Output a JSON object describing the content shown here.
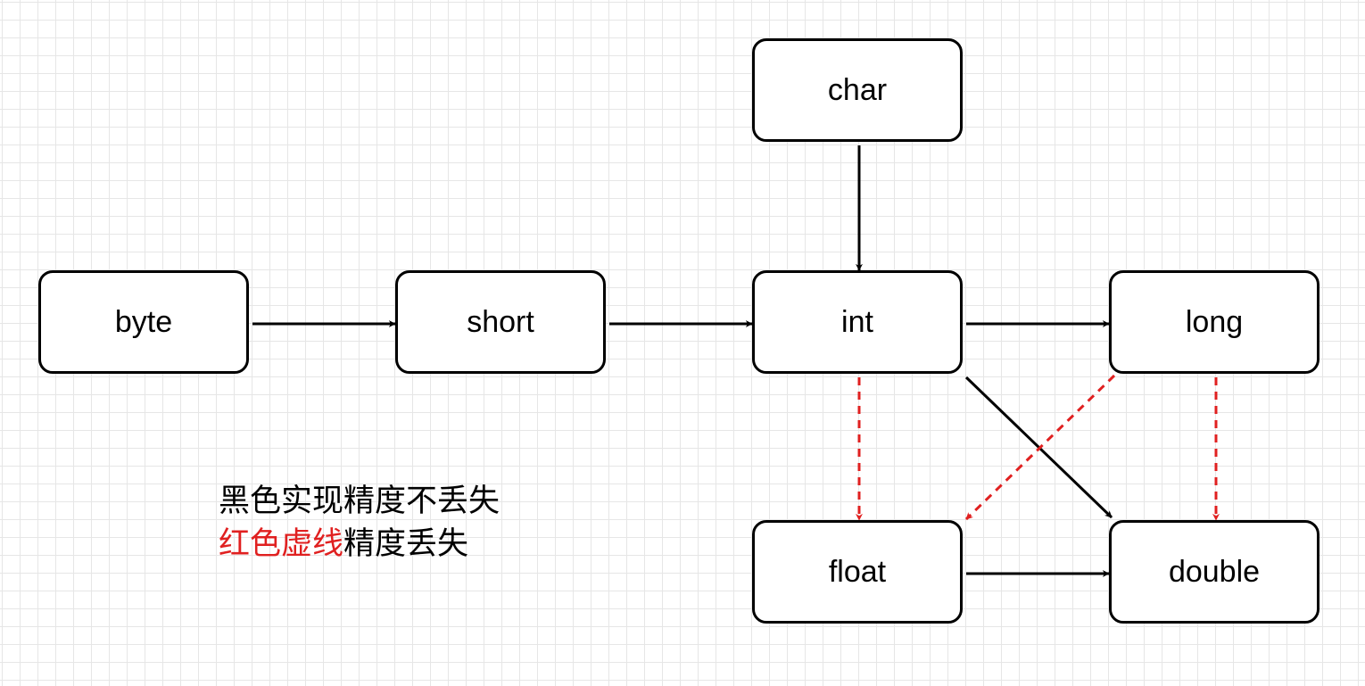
{
  "colors": {
    "solid_edge": "#000000",
    "dashed_edge": "#e02020",
    "legend_red": "#e02020"
  },
  "nodes": {
    "char": "char",
    "byte": "byte",
    "short": "short",
    "int": "int",
    "long": "long",
    "float": "float",
    "double": "double"
  },
  "edges": [
    {
      "from": "char",
      "to": "int",
      "style": "solid"
    },
    {
      "from": "byte",
      "to": "short",
      "style": "solid"
    },
    {
      "from": "short",
      "to": "int",
      "style": "solid"
    },
    {
      "from": "int",
      "to": "long",
      "style": "solid"
    },
    {
      "from": "int",
      "to": "double",
      "style": "solid"
    },
    {
      "from": "float",
      "to": "double",
      "style": "solid"
    },
    {
      "from": "int",
      "to": "float",
      "style": "dashed"
    },
    {
      "from": "long",
      "to": "float",
      "style": "dashed"
    },
    {
      "from": "long",
      "to": "double",
      "style": "dashed"
    }
  ],
  "legend": {
    "line1": "黑色实现精度不丢失",
    "line2_red": "红色虚线",
    "line2_black": "精度丢失"
  }
}
